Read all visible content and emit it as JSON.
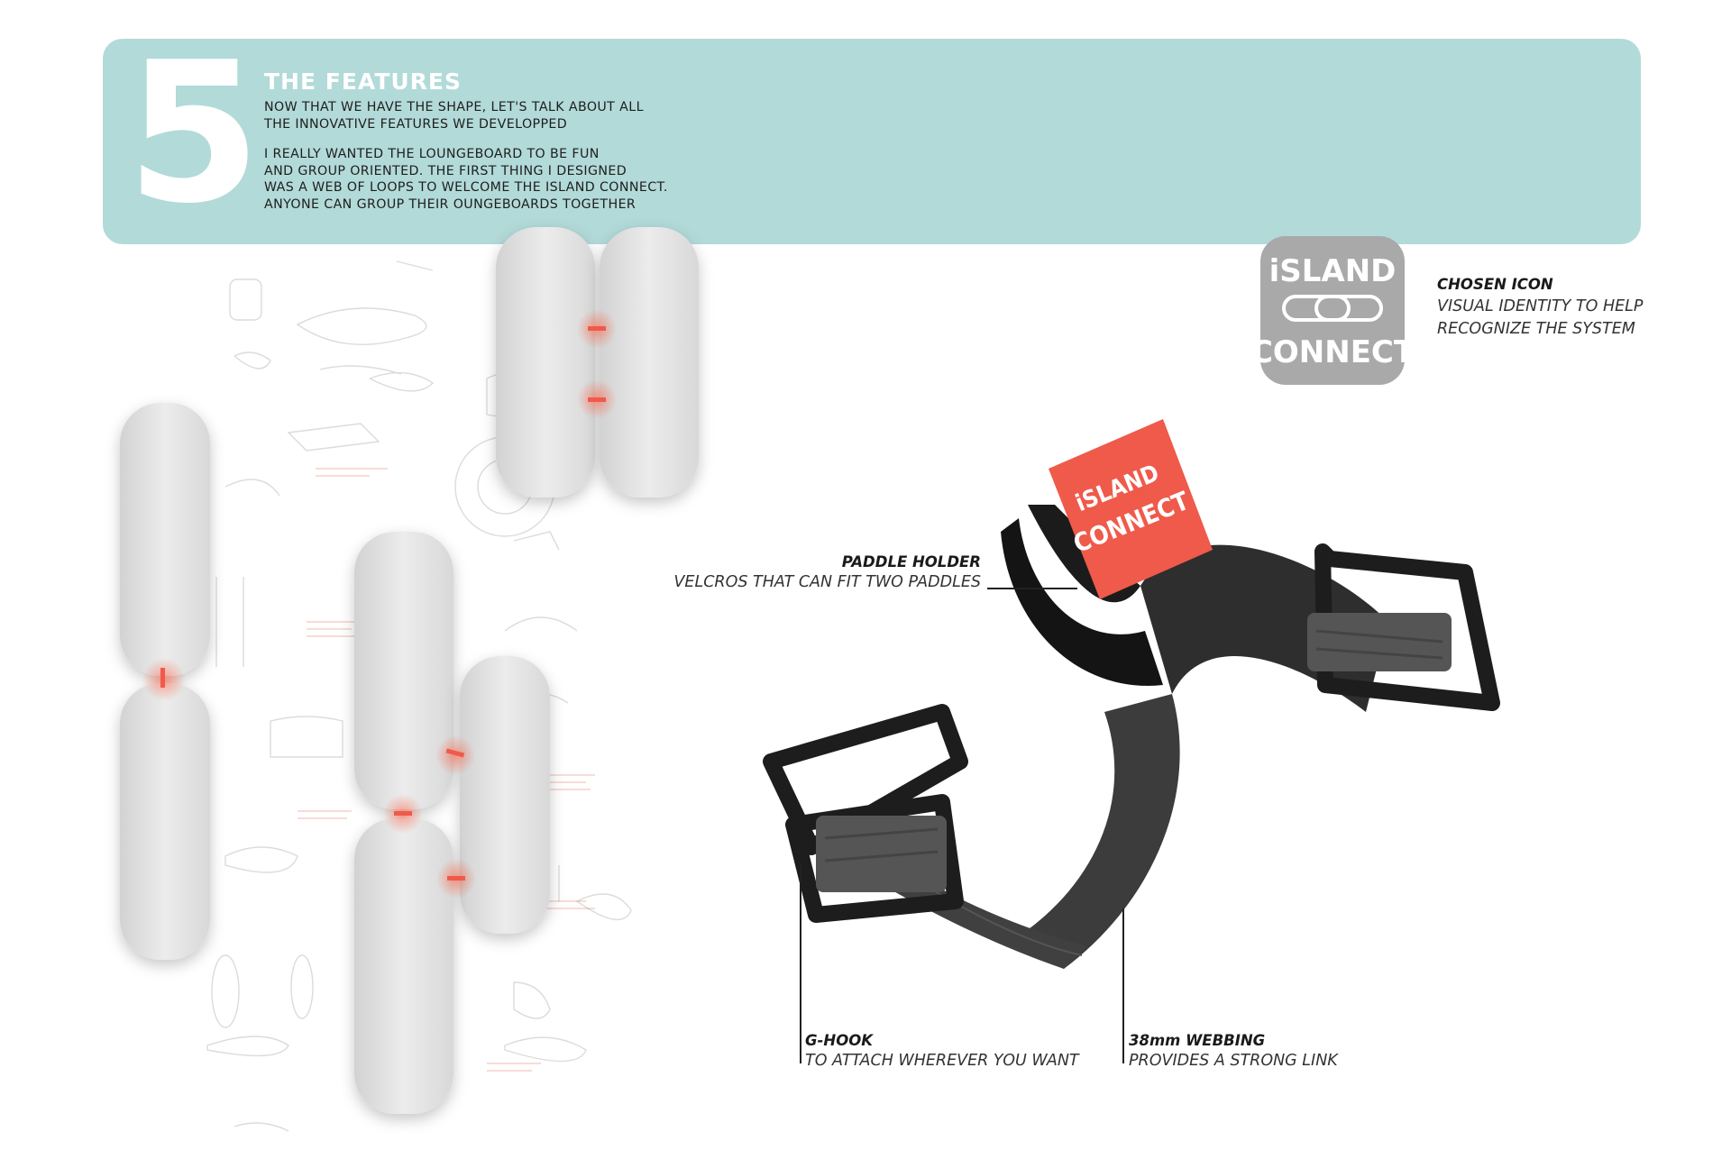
{
  "banner": {
    "number": "5",
    "title": "THE FEATURES",
    "intro": [
      "NOW THAT WE HAVE THE SHAPE, LET'S TALK ABOUT ALL",
      "THE INNOVATIVE FEATURES WE DEVELOPPED"
    ],
    "body": [
      "I REALLY WANTED THE LOUNGEBOARD TO BE FUN",
      "AND GROUP ORIENTED. THE FIRST THING I DESIGNED",
      "WAS A WEB OF LOOPS TO WELCOME THE ISLAND CONNECT.",
      "ANYONE CAN GROUP THEIR OUNGEBOARDS TOGETHER"
    ]
  },
  "logo": {
    "line1": "iSLAND",
    "line2": "CONNECT"
  },
  "callouts": {
    "icon": {
      "title": "CHOSEN ICON",
      "lines": [
        "VISUAL IDENTITY TO HELP",
        "RECOGNIZE THE SYSTEM"
      ]
    },
    "paddle": {
      "title": "PADDLE HOLDER",
      "desc": "VELCROS THAT CAN FIT TWO PADDLES"
    },
    "hook": {
      "title": "G-HOOK",
      "desc": "TO ATTACH WHEREVER YOU WANT"
    },
    "webbing": {
      "title": "38mm WEBBING",
      "desc": "PROVIDES A STRONG LINK"
    }
  },
  "colors": {
    "banner": "#b2dad8",
    "accent": "#ef5a4a",
    "board": "#e2e2e2",
    "logo_gray": "#a9a9a9",
    "strap": "#3c3c3c"
  }
}
